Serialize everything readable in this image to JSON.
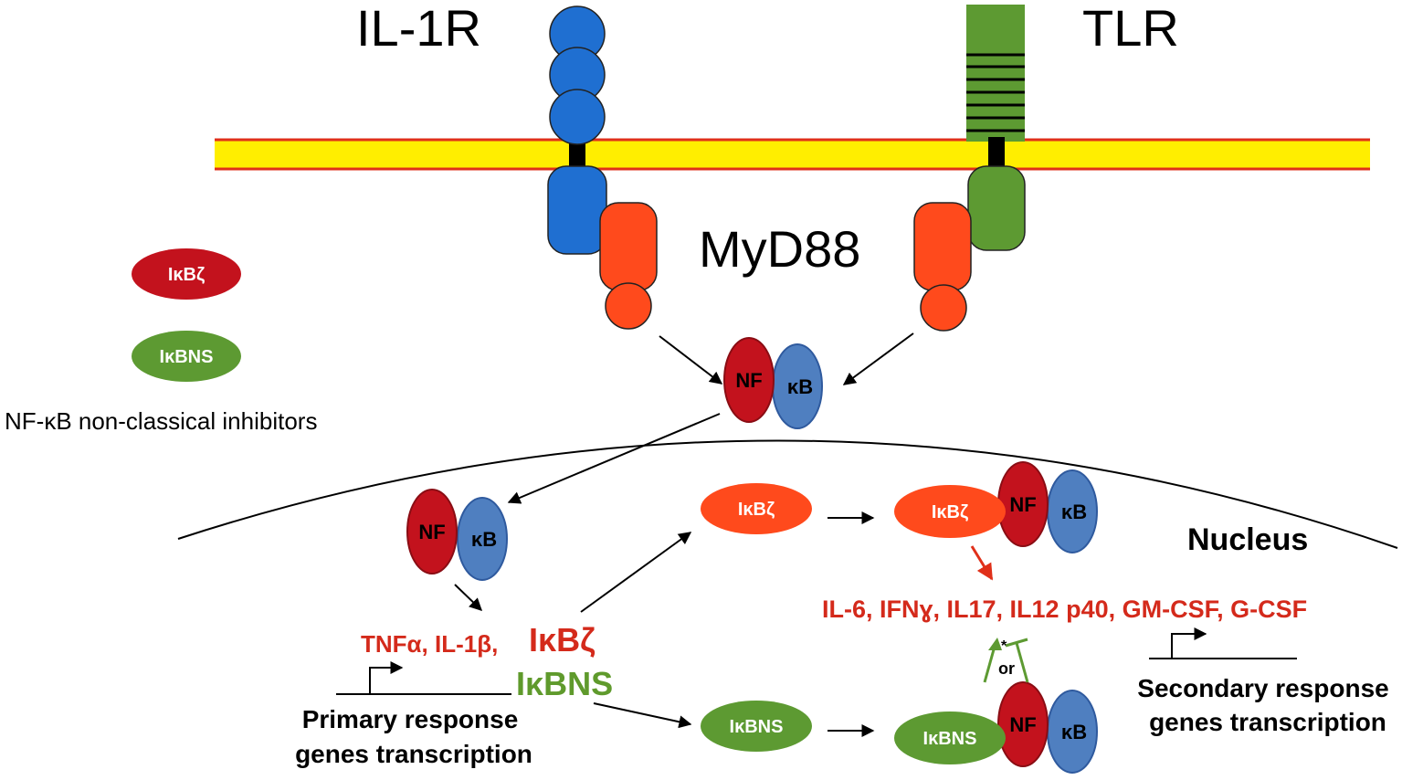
{
  "receptors": {
    "il1r_label": "IL-1R",
    "tlr_label": "TLR",
    "myd88_label": "MyD88"
  },
  "legend": {
    "ikbz": "IκBζ",
    "ikbns": "IκBNS",
    "caption": "NF-κB non-classical inhibitors"
  },
  "nfkb": {
    "nf": "NF",
    "kb": "κB"
  },
  "nucleus": {
    "label": "Nucleus",
    "ikbz": "IκBζ",
    "ikbns": "IκBNS",
    "primary_genes_red": "TNFα, IL-1β,",
    "primary_ikbz": "IκBζ",
    "primary_ikbns": "IκBNS",
    "primary_caption_1": "Primary response",
    "primary_caption_2": "genes transcription",
    "secondary_genes": "IL-6, IFNɣ, IL17, IL12 p40, GM-CSF, G-CSF",
    "secondary_caption_1": "Secondary response",
    "secondary_caption_2": "genes transcription",
    "or_label": "or",
    "asterisk": "*"
  },
  "colors": {
    "blue": "#1f6fd1",
    "blue_light": "#4f7fc0",
    "orange": "#ff4a1c",
    "red_dark": "#c3121d",
    "red_text": "#d42a1b",
    "green": "#5d9a32",
    "green_text": "#5f9a2c",
    "membrane_yellow": "#ffee00",
    "membrane_line": "#e0301a"
  }
}
